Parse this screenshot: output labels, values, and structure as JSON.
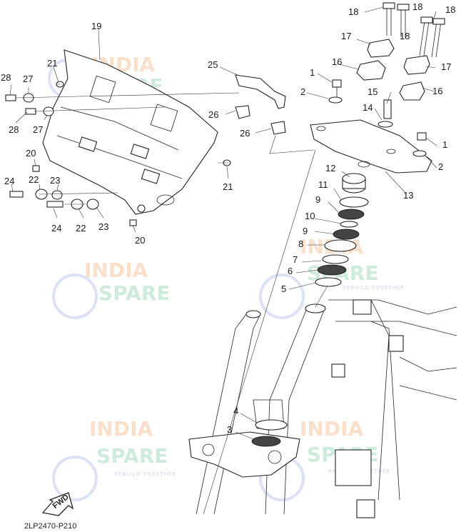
{
  "diagram": {
    "drawing_code": "2LP2470-P210",
    "fwd_label": "FWD",
    "watermark": {
      "line1": "INDIA",
      "line2": "SPARE",
      "tagline": "REBUILD TOGETHER"
    },
    "callouts": [
      "1",
      "1",
      "2",
      "2",
      "3",
      "4",
      "5",
      "6",
      "7",
      "8",
      "9",
      "9",
      "10",
      "11",
      "12",
      "13",
      "14",
      "15",
      "16",
      "16",
      "17",
      "17",
      "18",
      "18",
      "18",
      "18",
      "19",
      "20",
      "20",
      "21",
      "21",
      "22",
      "22",
      "23",
      "23",
      "24",
      "24",
      "25",
      "26",
      "26",
      "27",
      "27",
      "28",
      "28"
    ]
  }
}
